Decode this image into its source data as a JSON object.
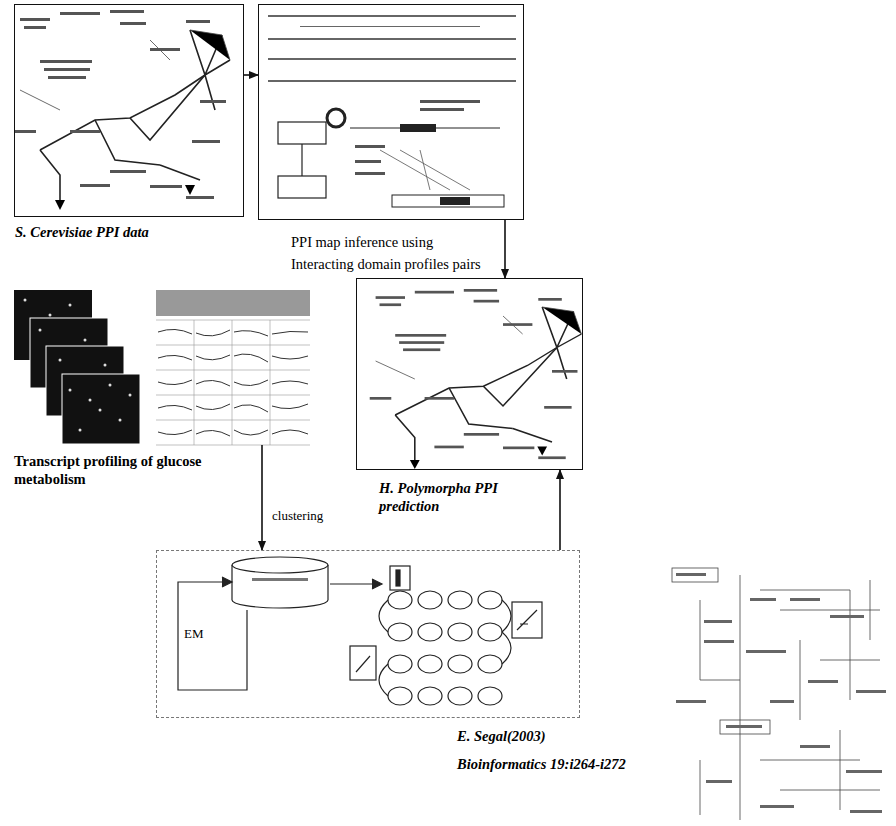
{
  "diagram": {
    "nodes": [
      {
        "text": [
          "S. Cerevisiae PPI data"
        ]
      },
      {
        "text": [
          "PPI map inference using Interacting domain profiles pairs"
        ]
      },
      {
        "text": [
          "H. Polymorpha PPI prediction"
        ]
      },
      {
        "text": [
          "Transcript profiling of glucose metabolism"
        ]
      },
      {
        "text": [
          "E. Segal(2003)",
          "Bioinformatics 19:i264-i272"
        ]
      }
    ],
    "edges": [
      {
        "from": 0,
        "to": 1,
        "arrow": "to"
      },
      {
        "from": 1,
        "to": 2,
        "arrow": "to"
      },
      {
        "from": 3,
        "to": 4,
        "arrow": "to",
        "label": "clustering"
      },
      {
        "from": 4,
        "to": 2,
        "arrow": "to"
      }
    ],
    "labels": [
      "EM"
    ]
  }
}
